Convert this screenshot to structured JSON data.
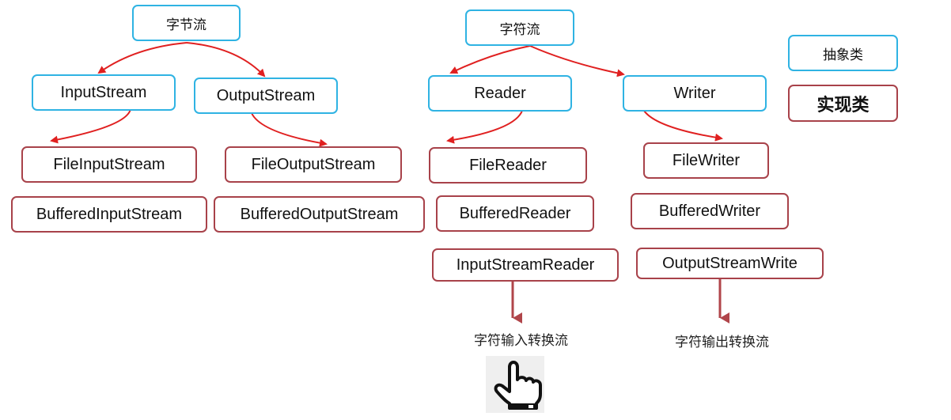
{
  "byte_stream": {
    "root": "字节流",
    "abstract_left": "InputStream",
    "abstract_right": "OutputStream",
    "impl_left": [
      "FileInputStream",
      "BufferedInputStream"
    ],
    "impl_right": [
      "FileOutputStream",
      "BufferedOutputStream"
    ]
  },
  "char_stream": {
    "root": "字符流",
    "abstract_left": "Reader",
    "abstract_right": "Writer",
    "impl_left": [
      "FileReader",
      "BufferedReader",
      "InputStreamReader"
    ],
    "impl_right": [
      "FileWriter",
      "BufferedWriter",
      "OutputStreamWrite"
    ],
    "caption_left": "字符输入转换流",
    "caption_right": "字符输出转换流"
  },
  "legend": {
    "abstract": "抽象类",
    "impl": "实现类"
  },
  "colors": {
    "abstract_border": "#2fb3e3",
    "impl_border": "#a8424a",
    "arrow_red": "#e02020",
    "arrow_dark": "#b0454a"
  },
  "icons": [
    "pointing-hand-icon"
  ]
}
